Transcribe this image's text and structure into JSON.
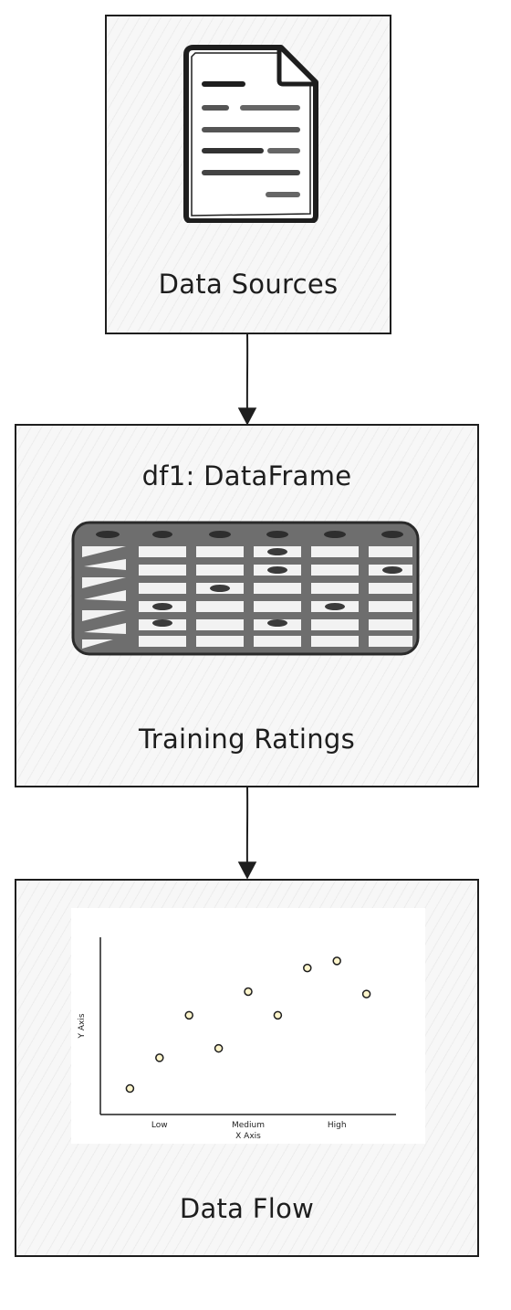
{
  "nodes": {
    "sources": {
      "label": "Data Sources",
      "icon": "document-icon"
    },
    "dataframe": {
      "title": "df1: DataFrame",
      "label": "Training Ratings",
      "icon": "table-icon"
    },
    "flow": {
      "label": "Data Flow",
      "icon": "scatter-chart-icon"
    }
  },
  "chart_data": {
    "type": "scatter",
    "xlabel": "X Axis",
    "ylabel": "Y Axis",
    "x_ticks": [
      "Low",
      "Medium",
      "High"
    ],
    "points": [
      {
        "x": 0,
        "y": 1.1
      },
      {
        "x": 0.5,
        "y": 2.4
      },
      {
        "x": 1.0,
        "y": 4.2
      },
      {
        "x": 1.5,
        "y": 2.8
      },
      {
        "x": 2.0,
        "y": 5.2
      },
      {
        "x": 2.5,
        "y": 4.2
      },
      {
        "x": 3.0,
        "y": 6.2
      },
      {
        "x": 3.5,
        "y": 6.5
      },
      {
        "x": 4.0,
        "y": 5.1
      }
    ],
    "grid": false,
    "legend": "none",
    "point_fill": "#fff6cc",
    "point_stroke": "#1e1e1e"
  }
}
